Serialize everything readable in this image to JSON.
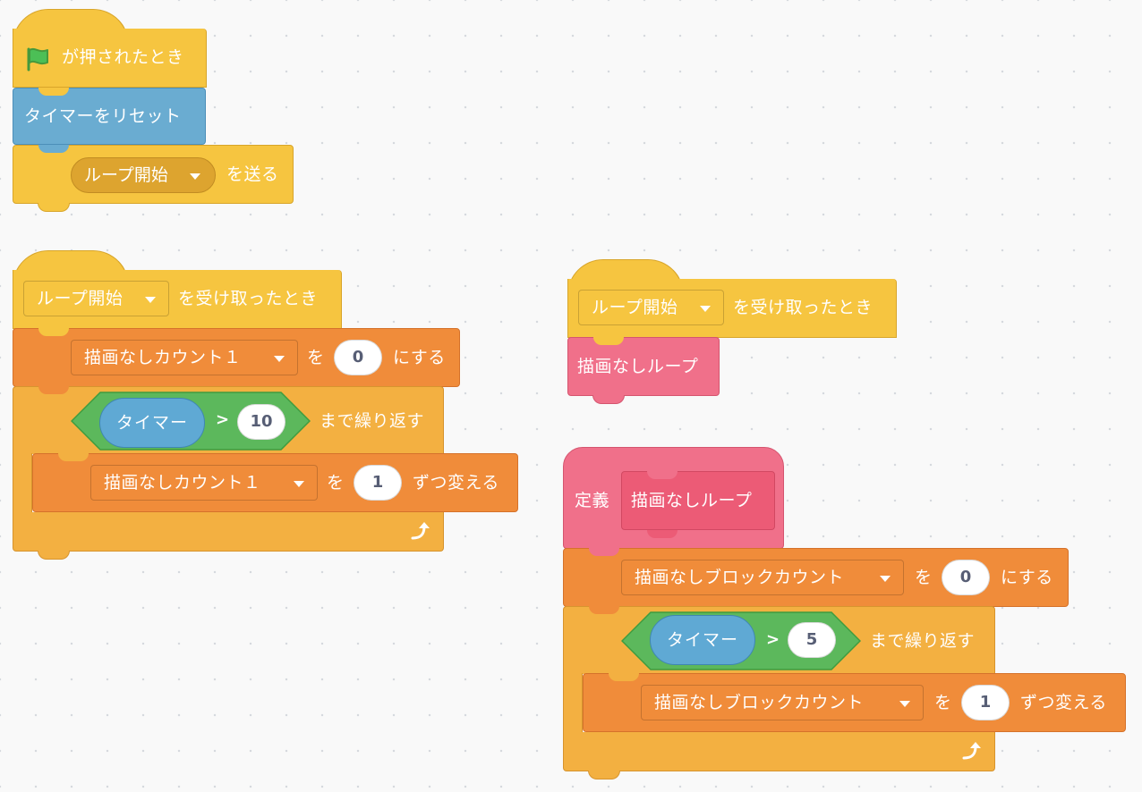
{
  "script1": {
    "flag_hat": {
      "label": "が押されたとき"
    },
    "reset_timer": {
      "label": "タイマーをリセット"
    },
    "broadcast": {
      "message": "ループ開始",
      "label": "を送る"
    }
  },
  "script2": {
    "hat": {
      "message": "ループ開始",
      "label": "を受け取ったとき"
    },
    "set_var": {
      "variable": "描画なしカウント１",
      "to_label": "を",
      "value": "0",
      "suffix": "にする"
    },
    "repeat_until": {
      "reporter": "タイマー",
      "operator": ">",
      "value": "10",
      "label": "まで繰り返す"
    },
    "change_var": {
      "variable": "描画なしカウント１",
      "by_label": "を",
      "value": "1",
      "suffix": "ずつ変える"
    }
  },
  "script3": {
    "hat": {
      "message": "ループ開始",
      "label": "を受け取ったとき"
    },
    "call": {
      "label": "描画なしループ"
    }
  },
  "script4": {
    "define": {
      "label": "定義",
      "proc": "描画なしループ"
    },
    "set_var": {
      "variable": "描画なしブロックカウント",
      "to_label": "を",
      "value": "0",
      "suffix": "にする"
    },
    "repeat_until": {
      "reporter": "タイマー",
      "operator": ">",
      "value": "5",
      "label": "まで繰り返す"
    },
    "change_var": {
      "variable": "描画なしブロックカウント",
      "by_label": "を",
      "value": "1",
      "suffix": "ずつ変える"
    }
  },
  "icons": {
    "flag": "green-flag-icon",
    "loop_arrow": "loop-arrow-icon",
    "dropdown": "caret-down-icon"
  },
  "colors": {
    "events": "#f6c540",
    "sensing": "#6aacd1",
    "variables": "#f08c3a",
    "control": "#f3b041",
    "operators": "#5cb85c",
    "myblocks": "#f0708a"
  }
}
